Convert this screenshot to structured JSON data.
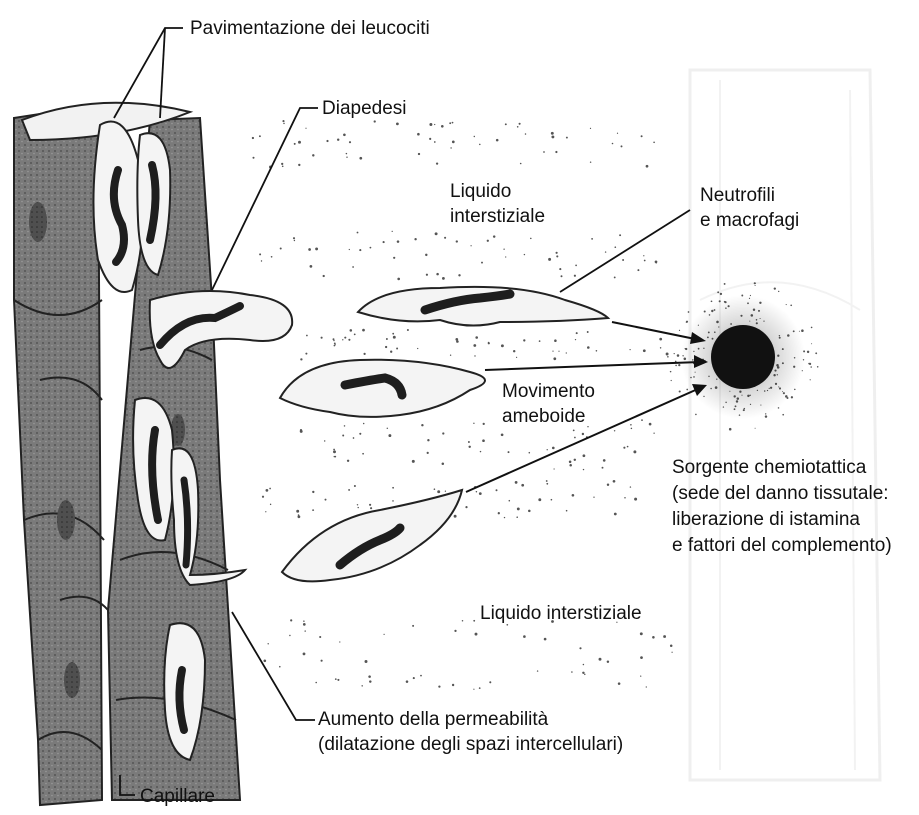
{
  "labels": {
    "pavimentazione": "Pavimentazione dei leucociti",
    "diapedesi": "Diapedesi",
    "liquido_top_1": "Liquido",
    "liquido_top_2": "interstiziale",
    "neutrofili_1": "Neutrofili",
    "neutrofili_2": "e macrofagi",
    "movimento_1": "Movimento",
    "movimento_2": "ameboide",
    "sorgente_1": "Sorgente chemiotattica",
    "sorgente_2": "(sede del danno tissutale:",
    "sorgente_3": "liberazione di istamina",
    "sorgente_4": "e fattori del complemento)",
    "liquido_bottom": "Liquido interstiziale",
    "aumento_1": "Aumento della permeabilità",
    "aumento_2": "(dilatazione degli spazi intercellulari)",
    "capillare": "Capillare"
  },
  "colors": {
    "ink": "#111111",
    "vessel_wall": "#6e6e6e",
    "vessel_dark": "#3c3c3c",
    "cell_fill": "#f4f4f4",
    "nucleus": "#1e1e1e",
    "ghost": "#d9d9d9"
  }
}
